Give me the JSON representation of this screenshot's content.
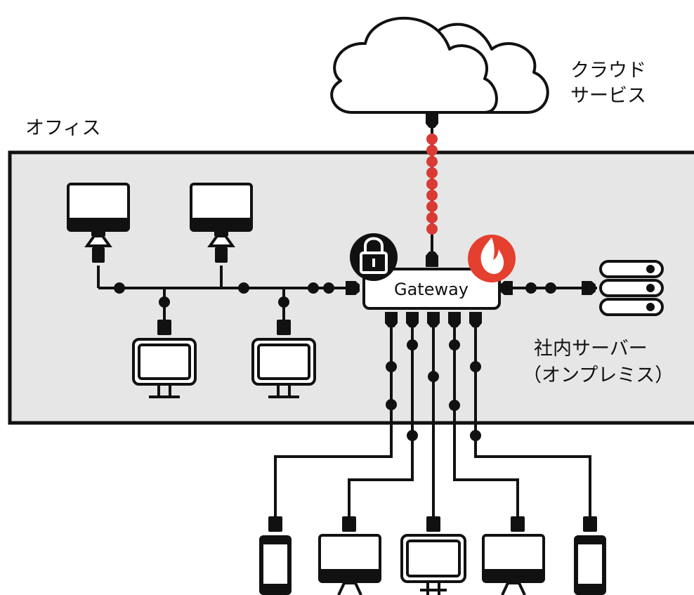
{
  "labels": {
    "cloud_line1": "クラウド",
    "cloud_line2": "サービス",
    "office": "オフィス",
    "gateway": "Gateway",
    "server_line1": "社内サーバー",
    "server_line2": "（オンプレミス）"
  },
  "icons": {
    "cloud": "cloud-icon",
    "lock": "lock-icon",
    "firewall": "flame-icon",
    "server": "server-icon",
    "desktop": "desktop-monitor-icon",
    "crt": "crt-monitor-icon",
    "phone": "smartphone-icon"
  },
  "colors": {
    "office_fill": "#e6e6e6",
    "line": "#111111",
    "secure_link": "#d93a34",
    "firewall_badge": "#e53f2f",
    "lock_badge": "#111111"
  }
}
